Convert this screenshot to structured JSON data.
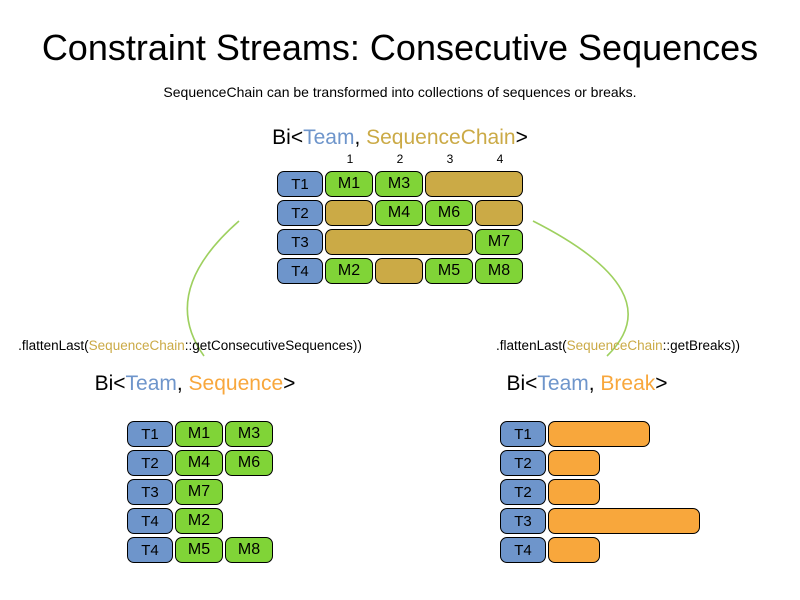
{
  "title": "Constraint Streams: Consecutive Sequences",
  "subtitle": "SequenceChain can be transformed into collections of sequences or breaks.",
  "top_diagram": {
    "label": {
      "prefix": "Bi<",
      "team": "Team",
      "separator": ", ",
      "value": "SequenceChain",
      "suffix": ">"
    },
    "column_headers": [
      "1",
      "2",
      "3",
      "4"
    ],
    "rows": [
      {
        "team": "T1",
        "cells": [
          {
            "type": "match",
            "label": "M1",
            "col": 1,
            "span": 1
          },
          {
            "type": "match",
            "label": "M3",
            "col": 2,
            "span": 1
          },
          {
            "type": "gap",
            "label": "",
            "col": 3,
            "span": 2
          }
        ]
      },
      {
        "team": "T2",
        "cells": [
          {
            "type": "gap",
            "label": "",
            "col": 1,
            "span": 1
          },
          {
            "type": "match",
            "label": "M4",
            "col": 2,
            "span": 1
          },
          {
            "type": "match",
            "label": "M6",
            "col": 3,
            "span": 1
          },
          {
            "type": "gap",
            "label": "",
            "col": 4,
            "span": 1
          }
        ]
      },
      {
        "team": "T3",
        "cells": [
          {
            "type": "gap",
            "label": "",
            "col": 1,
            "span": 3
          },
          {
            "type": "match",
            "label": "M7",
            "col": 4,
            "span": 1
          }
        ]
      },
      {
        "team": "T4",
        "cells": [
          {
            "type": "match",
            "label": "M2",
            "col": 1,
            "span": 1
          },
          {
            "type": "gap",
            "label": "",
            "col": 2,
            "span": 1
          },
          {
            "type": "match",
            "label": "M5",
            "col": 3,
            "span": 1
          },
          {
            "type": "match",
            "label": "M8",
            "col": 4,
            "span": 1
          }
        ]
      }
    ]
  },
  "left_branch": {
    "function": {
      "prefix": ".flattenLast(",
      "type": "SequenceChain",
      "suffix": "::getConsecutiveSequences))"
    },
    "label": {
      "prefix": "Bi<",
      "team": "Team",
      "separator": ", ",
      "value": "Sequence",
      "suffix": ">"
    },
    "rows": [
      {
        "team": "T1",
        "matches": [
          "M1",
          "M3"
        ]
      },
      {
        "team": "T2",
        "matches": [
          "M4",
          "M6"
        ]
      },
      {
        "team": "T3",
        "matches": [
          "M7"
        ]
      },
      {
        "team": "T4",
        "matches": [
          "M2"
        ]
      },
      {
        "team": "T4",
        "matches": [
          "M5",
          "M8"
        ]
      }
    ]
  },
  "right_branch": {
    "function": {
      "prefix": ".flattenLast(",
      "type": "SequenceChain",
      "suffix": "::getBreaks))"
    },
    "label": {
      "prefix": "Bi<",
      "team": "Team",
      "separator": ", ",
      "value": "Break",
      "suffix": ">"
    },
    "rows": [
      {
        "team": "T1",
        "break_length": 2
      },
      {
        "team": "T2",
        "break_length": 1
      },
      {
        "team": "T2",
        "break_length": 1
      },
      {
        "team": "T3",
        "break_length": 3
      },
      {
        "team": "T4",
        "break_length": 1
      }
    ]
  },
  "colors": {
    "team_blue": "#6e95cb",
    "match_green": "#80d437",
    "chain_yellow": "#cbaa46",
    "break_orange": "#f8a73c",
    "connector_green": "#9ed05f"
  }
}
